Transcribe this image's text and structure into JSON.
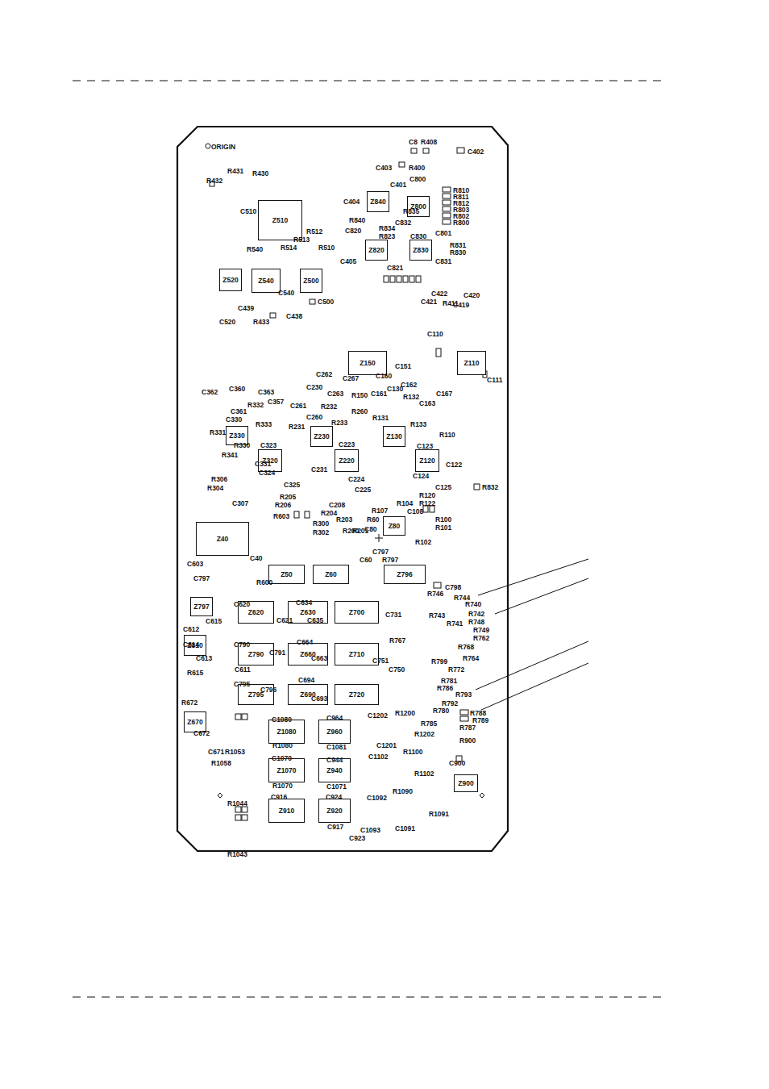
{
  "diagram": {
    "nodes": [
      {
        "text": [
          "Z510"
        ]
      },
      {
        "text": [
          "Z520"
        ]
      },
      {
        "text": [
          "Z540"
        ]
      },
      {
        "text": [
          "Z500"
        ]
      },
      {
        "text": [
          "Z840"
        ]
      },
      {
        "text": [
          "Z800"
        ]
      },
      {
        "text": [
          "Z820"
        ]
      },
      {
        "text": [
          "Z830"
        ]
      },
      {
        "text": [
          "Z150"
        ]
      },
      {
        "text": [
          "Z110"
        ]
      },
      {
        "text": [
          "Z330"
        ]
      },
      {
        "text": [
          "Z230"
        ]
      },
      {
        "text": [
          "Z130"
        ]
      },
      {
        "text": [
          "Z320"
        ]
      },
      {
        "text": [
          "Z220"
        ]
      },
      {
        "text": [
          "Z120"
        ]
      },
      {
        "text": [
          "Z80"
        ]
      },
      {
        "text": [
          "Z40"
        ]
      },
      {
        "text": [
          "Z50"
        ]
      },
      {
        "text": [
          "Z60"
        ]
      },
      {
        "text": [
          "Z796"
        ]
      },
      {
        "text": [
          "Z797"
        ]
      },
      {
        "text": [
          "Z620"
        ]
      },
      {
        "text": [
          "Z630"
        ]
      },
      {
        "text": [
          "Z700"
        ]
      },
      {
        "text": [
          "Z810"
        ]
      },
      {
        "text": [
          "Z790"
        ]
      },
      {
        "text": [
          "Z660"
        ]
      },
      {
        "text": [
          "Z710"
        ]
      },
      {
        "text": [
          "Z795"
        ]
      },
      {
        "text": [
          "Z690"
        ]
      },
      {
        "text": [
          "Z720"
        ]
      },
      {
        "text": [
          "Z670"
        ]
      },
      {
        "text": [
          "Z1080"
        ]
      },
      {
        "text": [
          "Z960"
        ]
      },
      {
        "text": [
          "Z1070"
        ]
      },
      {
        "text": [
          "Z940"
        ]
      },
      {
        "text": [
          "Z900"
        ]
      },
      {
        "text": [
          "Z910"
        ]
      },
      {
        "text": [
          "Z920"
        ]
      }
    ],
    "labels": [
      "ORIGIN",
      "R431",
      "R432",
      "R430",
      "C8",
      "R408",
      "C402",
      "C403",
      "R400",
      "C800",
      "R810",
      "R811",
      "R812",
      "R803",
      "R802",
      "R800",
      "C404",
      "C401",
      "R835",
      "R840",
      "R834",
      "C832",
      "C820",
      "C801",
      "R823",
      "C830",
      "R831",
      "R830",
      "C821",
      "C831",
      "C405",
      "R512",
      "R513",
      "R514",
      "R510",
      "R540",
      "C510",
      "C540",
      "C500",
      "C439",
      "C520",
      "R433",
      "C438",
      "C422",
      "C421",
      "R411",
      "C419",
      "C420",
      "C110",
      "C111",
      "C151",
      "C162",
      "C167",
      "C163",
      "C362",
      "C360",
      "C363",
      "C357",
      "C361",
      "C330",
      "R332",
      "R333",
      "R331",
      "C262",
      "C267",
      "C263",
      "C230",
      "C261",
      "C260",
      "R232",
      "R150",
      "R260",
      "R233",
      "R231",
      "C160",
      "C130",
      "C161",
      "R132",
      "R131",
      "R133",
      "R110",
      "C123",
      "C122",
      "C124",
      "C125",
      "R832",
      "R120",
      "R122",
      "C223",
      "C224",
      "C225",
      "C231",
      "C323",
      "C324",
      "C331",
      "C325",
      "R341",
      "R330",
      "R306",
      "R304",
      "C307",
      "R205",
      "R206",
      "R603",
      "R300",
      "R302",
      "R204",
      "C208",
      "R203",
      "R200",
      "R201",
      "R107",
      "R104",
      "C108",
      "R100",
      "R101",
      "R102",
      "R60",
      "C80",
      "C40",
      "C60",
      "C797",
      "R797",
      "C603",
      "R600",
      "C797",
      "C798",
      "R746",
      "R744",
      "R740",
      "R742",
      "R748",
      "R741",
      "R749",
      "R762",
      "R743",
      "R768",
      "C620",
      "C615",
      "C634",
      "C621",
      "C635",
      "C731",
      "R767",
      "R764",
      "R772",
      "R799",
      "R781",
      "R786",
      "R793",
      "R792",
      "R780",
      "C750",
      "C751",
      "C790",
      "C791",
      "C664",
      "C663",
      "C612",
      "C614",
      "C613",
      "C611",
      "R615",
      "C694",
      "C795",
      "C796",
      "C693",
      "R672",
      "C672",
      "C671",
      "R788",
      "R789",
      "R787",
      "R900",
      "C900",
      "R785",
      "C1080",
      "C964",
      "C1202",
      "R1200",
      "R1202",
      "R1080",
      "C1081",
      "C1201",
      "C1102",
      "C944",
      "R1100",
      "R1102",
      "C1070",
      "R1070",
      "C1071",
      "R1090",
      "C1092",
      "C916",
      "C924",
      "R1091",
      "C1091",
      "C917",
      "C1093",
      "C923",
      "R1053",
      "R1058",
      "R1044",
      "R1043"
    ]
  }
}
